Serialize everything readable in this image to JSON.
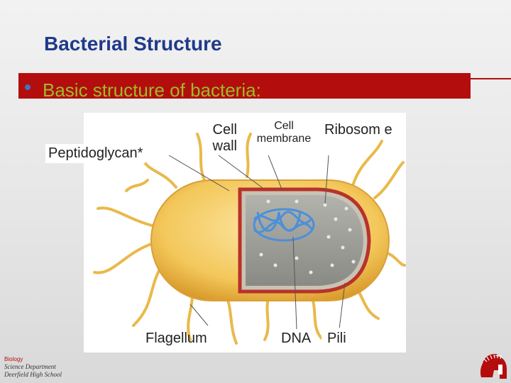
{
  "slide": {
    "title": "Bacterial Structure",
    "bullet": "Basic structure of bacteria:"
  },
  "diagram": {
    "labels": {
      "peptidoglycan": "Peptidoglycan*",
      "cell_wall": "Cell wall",
      "cell_membrane": "Cell membrane",
      "ribosome": "Ribosom e",
      "flagellum": "Flagellum",
      "dna": "DNA",
      "pili": "Pili"
    }
  },
  "footer": {
    "line1": "Biology",
    "line2": "Science Department",
    "line3": "Deerfield High School"
  },
  "colors": {
    "title": "#1f3a8a",
    "bar": "#b40d0d",
    "bullet_text": "#9bbb2b",
    "bullet_dot": "#3f74c4",
    "cell_outer": "#f3c75a",
    "cell_membrane": "#b8322a",
    "cytoplasm": "#9a9a96",
    "dna": "#4a90d9"
  },
  "icons": {
    "logo": "spartan-helmet-icon"
  }
}
